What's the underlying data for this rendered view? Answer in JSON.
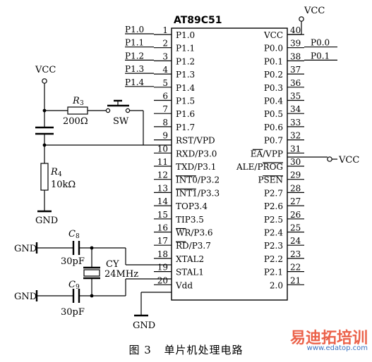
{
  "chip": {
    "name": "AT89C51",
    "left_pins": [
      {
        "num": "1",
        "label": "P1.0"
      },
      {
        "num": "2",
        "label": "P1.1"
      },
      {
        "num": "3",
        "label": "P1.2"
      },
      {
        "num": "4",
        "label": "P1.3"
      },
      {
        "num": "5",
        "label": "P1.4"
      },
      {
        "num": "6",
        "label": "P1.5"
      },
      {
        "num": "7",
        "label": "P1.6"
      },
      {
        "num": "8",
        "label": "P1.7"
      },
      {
        "num": "9",
        "label": "RST/VPD"
      },
      {
        "num": "10",
        "label": "RXD/P3.0"
      },
      {
        "num": "11",
        "label": "TXD/P3.1"
      },
      {
        "num": "12",
        "label": "INT0/P3.2",
        "overline": "INT0"
      },
      {
        "num": "13",
        "label": "INT1/P3.3",
        "overline": "INT1"
      },
      {
        "num": "14",
        "label": "TOP3.4"
      },
      {
        "num": "15",
        "label": "TIP3.5"
      },
      {
        "num": "16",
        "label": "WR/P3.6",
        "overline": "WR"
      },
      {
        "num": "17",
        "label": "RD/P3.7",
        "overline": "RD"
      },
      {
        "num": "18",
        "label": "XTAL2"
      },
      {
        "num": "19",
        "label": "STAL1"
      },
      {
        "num": "20",
        "label": "Vdd"
      }
    ],
    "right_pins": [
      {
        "num": "40",
        "label": "VCC"
      },
      {
        "num": "39",
        "label": "P0.0"
      },
      {
        "num": "38",
        "label": "P0.1"
      },
      {
        "num": "37",
        "label": "P0.2"
      },
      {
        "num": "36",
        "label": "P0.3"
      },
      {
        "num": "35",
        "label": "P0.4"
      },
      {
        "num": "34",
        "label": "P0.5"
      },
      {
        "num": "33",
        "label": "P0.6"
      },
      {
        "num": "32",
        "label": "P0.7"
      },
      {
        "num": "31",
        "label": "EA/VPP",
        "overline": "EA"
      },
      {
        "num": "30",
        "label": "ALE/PROG",
        "overline": "PROG"
      },
      {
        "num": "29",
        "label": "PSEN",
        "overline": "PSEN"
      },
      {
        "num": "28",
        "label": "P2.7"
      },
      {
        "num": "27",
        "label": "P2.6"
      },
      {
        "num": "26",
        "label": "P2.5"
      },
      {
        "num": "25",
        "label": "P2.4"
      },
      {
        "num": "24",
        "label": "P2.3"
      },
      {
        "num": "23",
        "label": "P2.2"
      },
      {
        "num": "22",
        "label": "P2.1"
      },
      {
        "num": "21",
        "label": "2.0"
      }
    ]
  },
  "nets_left": [
    "P1.0",
    "P1.1",
    "P1.2",
    "P1.3",
    "P1.4"
  ],
  "nets_right": [
    "P0.0",
    "P0.1"
  ],
  "power": {
    "vcc_top": "VCC",
    "vcc_left": "VCC",
    "vcc_right": "VCC",
    "gnd_reset": "GND",
    "gnd_c8": "GND",
    "gnd_c9": "GND",
    "gnd_vdd": "GND"
  },
  "components": {
    "r3_designator": "R",
    "r3_sub": "3",
    "r3_value": "200Ω",
    "sw_label": "SW",
    "r4_designator": "R",
    "r4_sub": "4",
    "r4_value": "10kΩ",
    "c8_designator": "C",
    "c8_sub": "8",
    "c8_value": "30pF",
    "c9_designator": "C",
    "c9_sub": "9",
    "c9_value": "30pF",
    "crystal_label": "CY",
    "crystal_value": "24MHz"
  },
  "caption": {
    "figure": "图 3",
    "title": "单片机处理电路"
  },
  "watermark": {
    "text": "易迪拓培训",
    "url": "www.edatop.com"
  }
}
